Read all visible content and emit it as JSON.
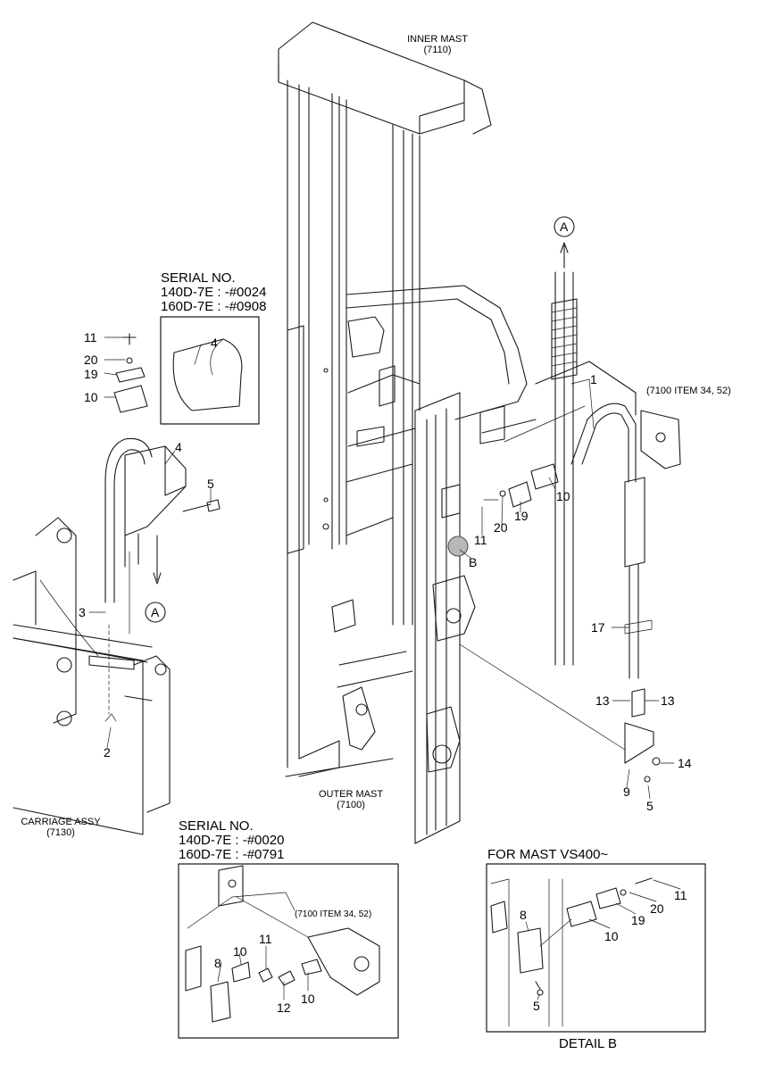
{
  "labels": {
    "inner_mast": "INNER MAST",
    "inner_mast_code": "(7110)",
    "outer_mast": "OUTER MAST",
    "outer_mast_code": "(7100)",
    "carriage": "CARRIAGE ASSY",
    "carriage_code": "(7130)",
    "item_ref_right": "(7100 ITEM 34, 52)",
    "item_ref_box": "(7100 ITEM 34, 52)",
    "detail_b": "DETAIL B",
    "for_mast": "FOR MAST VS400~"
  },
  "serial_top": {
    "title": "SERIAL NO.",
    "line1": "140D-7E : -#0024",
    "line2": "160D-7E : -#0908"
  },
  "serial_bottom": {
    "title": "SERIAL NO.",
    "line1": "140D-7E : -#0020",
    "line2": "160D-7E : -#0791"
  },
  "ref_letters": {
    "a": "A",
    "b": "B"
  },
  "callouts": {
    "n1": "1",
    "n2": "2",
    "n3": "3",
    "n4": "4",
    "n5": "5",
    "n8": "8",
    "n9": "9",
    "n10": "10",
    "n11": "11",
    "n12": "12",
    "n13": "13",
    "n14": "14",
    "n17": "17",
    "n19": "19",
    "n20": "20"
  }
}
